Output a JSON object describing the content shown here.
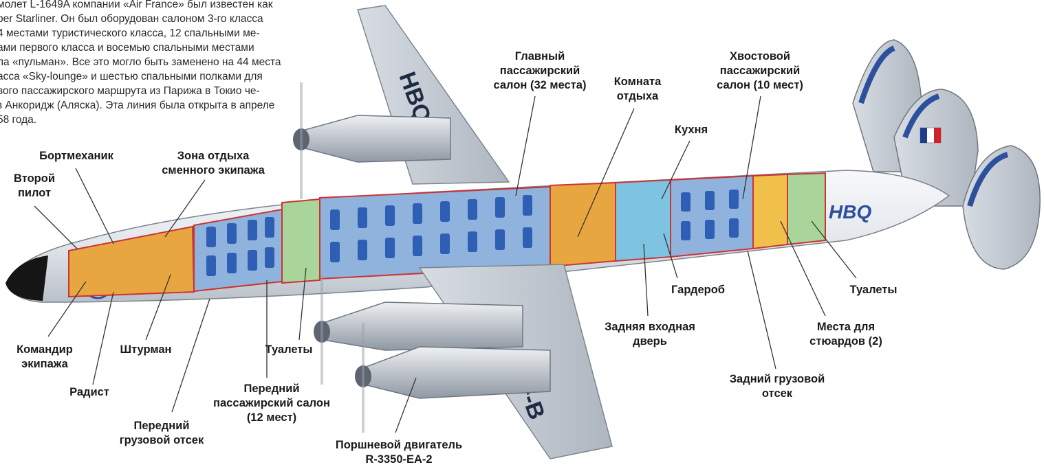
{
  "intro_text": "молет L-1649A компании «Air France» был известен как\nper Starliner. Он был оборудован салоном 3-го класса\n4 местами туристического класса, 12 спальными ме-\nами первого класса и восемью спальными местами\nла «пульман». Все это могло быть заменено на 44 места\nасса «Sky-lounge» и шестью спальными полками для\nвого пассажирского маршрута из Парижа в Токио че-\nз Анкоридж (Аляска). Эта линия была открыта в апреле\n58 года.",
  "aircraft": {
    "wing_code_top": "HBQ",
    "wing_code_bottom": "F-B",
    "fuselage_code": "HBQ"
  },
  "labels": {
    "flight_engineer": "Бортмеханик",
    "crew_rest": "Зона отдыха\nсменного экипажа",
    "copilot": "Второй\nпилот",
    "main_cabin": "Главный\nпассажирский\nсалон (32 места)",
    "lounge": "Комната\nотдыха",
    "tail_cabin": "Хвостовой\nпассажирский\nсалон (10 мест)",
    "galley": "Кухня",
    "captain": "Командир\nэкипажа",
    "navigator": "Штурман",
    "radio_operator": "Радист",
    "toilets_front": "Туалеты",
    "front_cabin": "Передний\nпассажирский салон\n(12 мест)",
    "front_cargo": "Передний\nгрузовой отсек",
    "engine": "Поршневой двигатель\nR-3350-EA-2",
    "wardrobe": "Гардероб",
    "rear_door": "Задняя входная\nдверь",
    "toilets_rear": "Туалеты",
    "steward_seats": "Места для\nстюардов (2)",
    "rear_cargo": "Задний грузовой\nотсек"
  },
  "colors": {
    "fuselage": "#e9ecf1",
    "wing": "#c6ccd4",
    "cabin_blue": "#8fb3dc",
    "seat_blue": "#2f5fb5",
    "cockpit_orange": "#e7a640",
    "toilet_green": "#a9d59a",
    "tail_stripe": "#2c4f9e",
    "leader_line": "#333333"
  }
}
